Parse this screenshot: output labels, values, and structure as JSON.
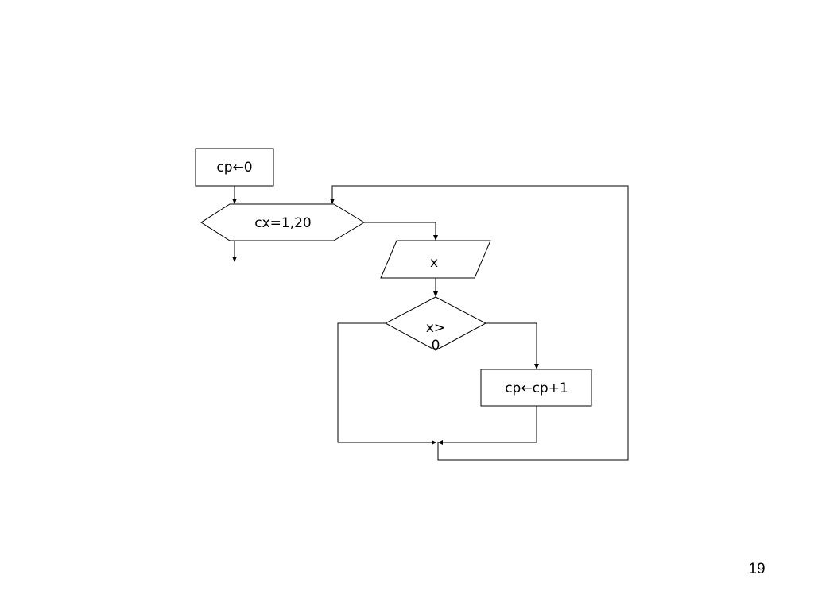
{
  "diagram": {
    "nodes": {
      "init": {
        "shape": "rectangle",
        "text": "cp←0"
      },
      "loop": {
        "shape": "hexagon",
        "text": "cx=1,20"
      },
      "input": {
        "shape": "parallelogram",
        "text": "x"
      },
      "condition": {
        "shape": "diamond",
        "text_line1": "x>",
        "text_line2": "0"
      },
      "increment": {
        "shape": "rectangle",
        "text": "cp←cp+1"
      }
    },
    "edges": [
      {
        "from": "init",
        "to": "loop"
      },
      {
        "from": "loop",
        "to": "input"
      },
      {
        "from": "input",
        "to": "condition"
      },
      {
        "from": "condition",
        "to": "increment",
        "branch": "right"
      },
      {
        "from": "condition",
        "to": "merge",
        "branch": "left"
      },
      {
        "from": "increment",
        "to": "merge"
      },
      {
        "from": "merge",
        "to": "loop",
        "kind": "loop-back"
      },
      {
        "from": "loop",
        "to": "exit"
      }
    ],
    "colors": {
      "stroke": "#000000",
      "fill": "#ffffff",
      "text": "#000000"
    }
  },
  "footer": {
    "page_number": "19"
  }
}
